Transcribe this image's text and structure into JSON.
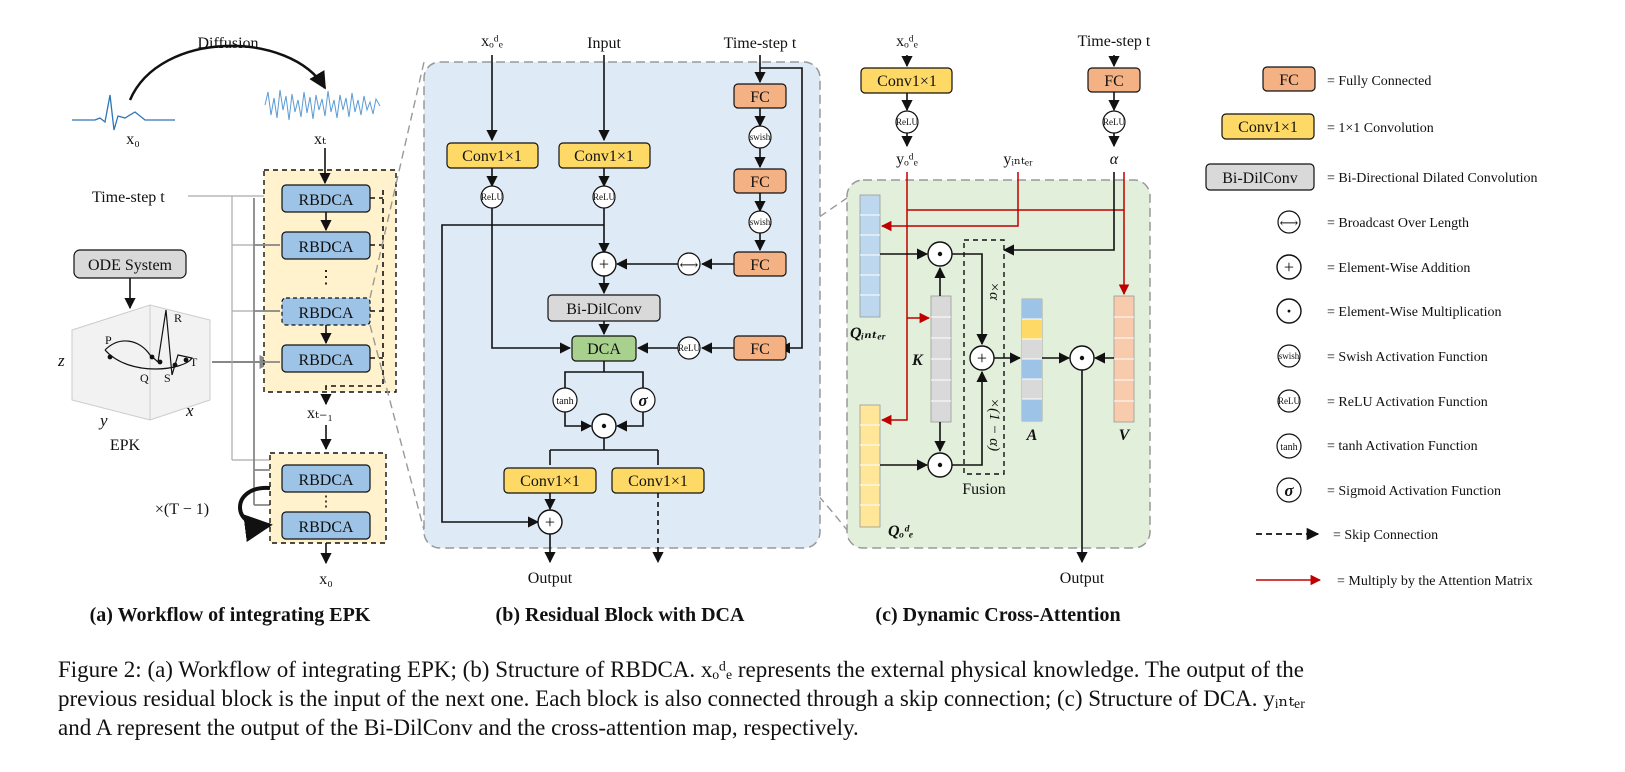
{
  "panel_a": {
    "diffusion": "Diffusion",
    "x0": "x₀",
    "xT": "xₜ",
    "timestep": "Time-step t",
    "ode_system": "ODE System",
    "epk": "EPK",
    "axis_z": "z",
    "axis_y": "y",
    "axis_x": "x",
    "wave_labels": [
      "P",
      "R",
      "Q",
      "S",
      "T"
    ],
    "rbdca": "RBDCA",
    "dots": "⋮",
    "xT1": "xₜ₋₁",
    "repeat": "×(T − 1)",
    "x0_out": "x₀",
    "caption": "(a) Workflow of integrating EPK"
  },
  "panel_b": {
    "x_ode": "xₒᵈₑ",
    "input": "Input",
    "timestep": "Time-step t",
    "fc": "FC",
    "conv": "Conv1×1",
    "swish": "swish",
    "relu": "ReLU",
    "bidil": "Bi-DilConv",
    "dca": "DCA",
    "tanh": "tanh",
    "sigma": "σ",
    "output": "Output",
    "caption": "(b) Residual Block with DCA"
  },
  "panel_c": {
    "x_ode": "xₒᵈₑ",
    "timestep": "Time-step t",
    "fc": "FC",
    "conv": "Conv1×1",
    "relu": "ReLU",
    "y_ode": "yₒᵈₑ",
    "y_inter": "yᵢₙₜₑᵣ",
    "alpha": "α",
    "q_inter": "Qᵢₙₜₑᵣ",
    "k": "K",
    "q_ode": "Qₒᵈₑ",
    "a": "A",
    "v": "V",
    "times_alpha": "×α",
    "times_one_minus_alpha": "×(1 − α)",
    "fusion": "Fusion",
    "output": "Output",
    "caption": "(c) Dynamic Cross-Attention"
  },
  "legend": [
    {
      "symbol": "FC",
      "text": "= Fully Connected"
    },
    {
      "symbol": "Conv1×1",
      "text": "= 1×1 Convolution"
    },
    {
      "symbol": "Bi-DilConv",
      "text": "= Bi-Directional Dilated Convolution"
    },
    {
      "symbol": "⟷",
      "text": "= Broadcast Over Length"
    },
    {
      "symbol": "+",
      "text": "= Element-Wise Addition"
    },
    {
      "symbol": "·",
      "text": "= Element-Wise Multiplication"
    },
    {
      "symbol": "swish",
      "text": "= Swish Activation Function"
    },
    {
      "symbol": "ReLU",
      "text": "= ReLU Activation Function"
    },
    {
      "symbol": "tanh",
      "text": "= tanh Activation Function"
    },
    {
      "symbol": "σ",
      "text": "= Sigmoid Activation Function"
    },
    {
      "symbol": "",
      "text": "= Skip Connection"
    },
    {
      "symbol": "",
      "text": "= Multiply by the Attention Matrix"
    }
  ],
  "caption_lines": [
    "Figure 2: (a) Workflow of integrating EPK; (b) Structure of RBDCA. xₒᵈₑ represents the external physical knowledge. The output of the",
    "previous residual block is the input of the next one. Each block is also connected through a skip connection; (c) Structure of DCA. yᵢₙₜₑᵣ",
    "and A represent the output of the Bi-DilConv and the cross-attention map, respectively."
  ],
  "colors": {
    "fc": "#f4b183",
    "conv": "#ffd966",
    "rbdca": "#9dc3e6",
    "bidil": "#d9d9d9",
    "dca": "#a9d18e",
    "panel_b_bg": "#deebf7",
    "panel_c_bg": "#e2efda",
    "panel_a_bg": "#fff2cc",
    "attention_arrow": "#c00000"
  }
}
